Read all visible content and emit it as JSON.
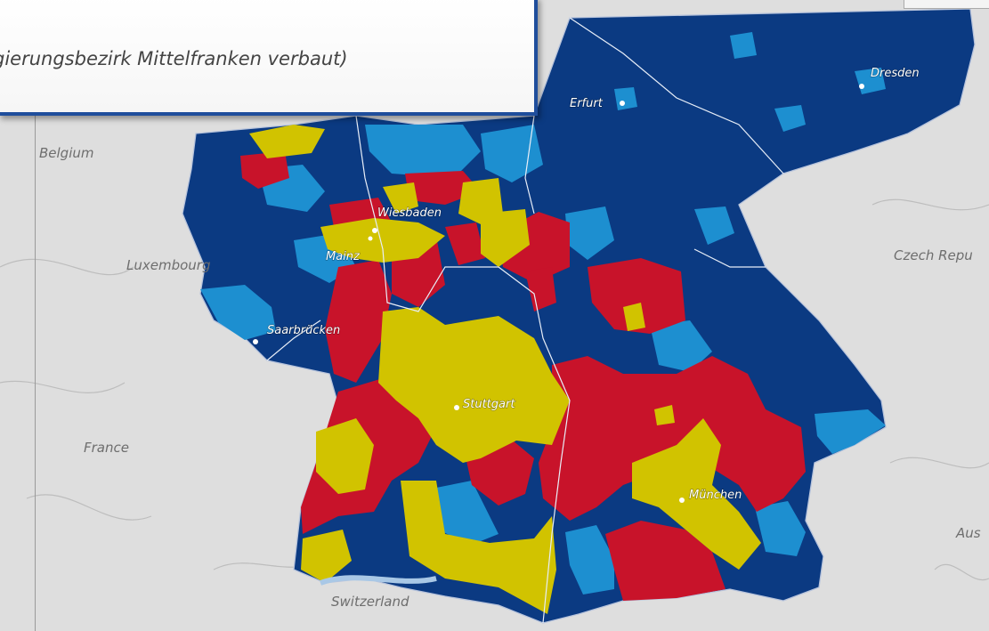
{
  "caption": {
    "text": "gierungsbezirk Mittelfranken verbaut)"
  },
  "countries": [
    {
      "name": "Belgium"
    },
    {
      "name": "Luxembourg"
    },
    {
      "name": "France"
    },
    {
      "name": "Switzerland"
    },
    {
      "name": "Czech Repu"
    },
    {
      "name": "Aus"
    }
  ],
  "cities": [
    {
      "name": "Erfurt"
    },
    {
      "name": "Dresden"
    },
    {
      "name": "Wiesbaden"
    },
    {
      "name": "Mainz"
    },
    {
      "name": "Saarbrücken"
    },
    {
      "name": "Stuttgart"
    },
    {
      "name": "München"
    }
  ],
  "colors": {
    "dark_blue": "#0b3a82",
    "light_blue": "#1d8fd0",
    "red": "#c8132a",
    "yellow": "#d1c300",
    "background": "#dcdcdc",
    "frame_accent": "#1f4e9c"
  }
}
